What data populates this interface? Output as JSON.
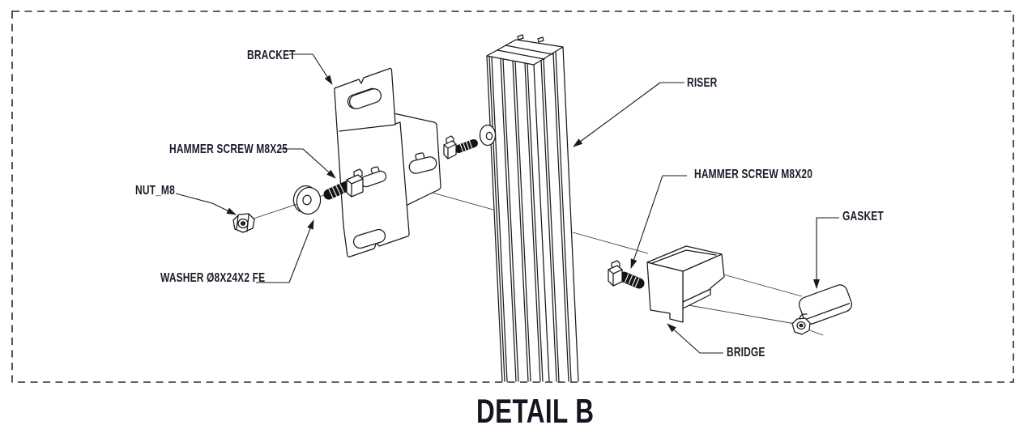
{
  "title": "DETAIL B",
  "callouts": {
    "bracket": "BRACKET",
    "hammer_screw_m8x25": "HAMMER SCREW M8X25",
    "nut_m8": "NUT_M8",
    "washer": "WASHER Ø8X24X2 FE",
    "riser": "RISER",
    "hammer_screw_m8x20": "HAMMER SCREW M8X20",
    "gasket": "GASKET",
    "bridge": "BRIDGE"
  },
  "colors": {
    "background": "#ffffff",
    "line": "#1a1a1a",
    "label_text": "#1c1c2a"
  }
}
